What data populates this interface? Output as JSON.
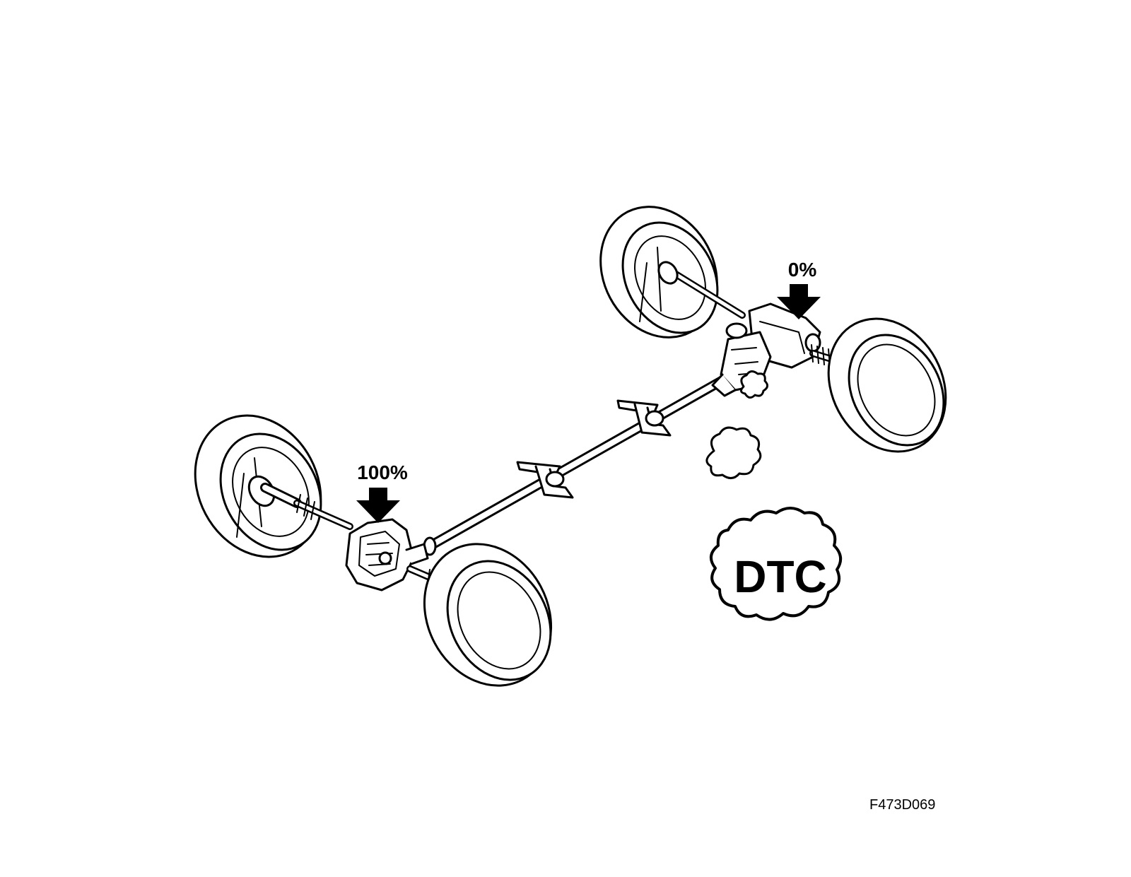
{
  "labels": {
    "front_percent": "100%",
    "rear_percent": "0%",
    "dtc": "DTC",
    "figure_code": "F473D069"
  },
  "icons": {
    "front_arrow": "down-arrow-icon",
    "rear_arrow": "down-arrow-icon",
    "dtc_cloud": "cloud-icon"
  },
  "colors": {
    "line": "#000000",
    "background": "#ffffff"
  }
}
